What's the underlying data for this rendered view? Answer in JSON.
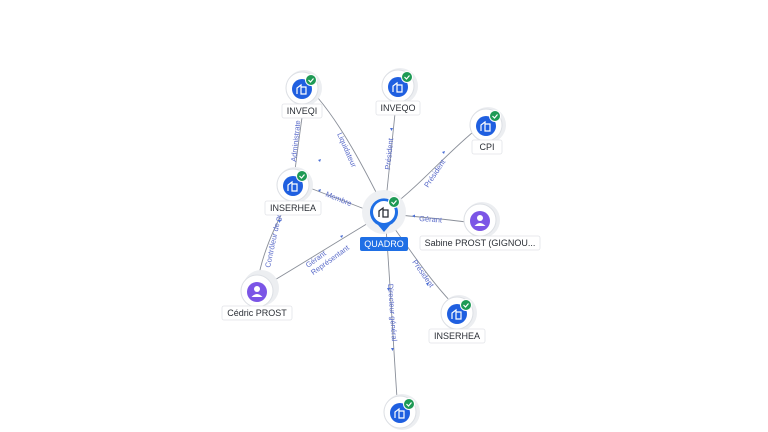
{
  "diagram": {
    "center": {
      "label": "QUADRO",
      "type": "company",
      "icon": "building-icon",
      "verified": true
    },
    "nodes": [
      {
        "id": "inveqi",
        "label": "INVEQI",
        "type": "company",
        "icon": "building-icon",
        "verified": true
      },
      {
        "id": "inveqo",
        "label": "INVEQO",
        "type": "company",
        "icon": "building-icon",
        "verified": true
      },
      {
        "id": "cpi",
        "label": "CPI",
        "type": "company",
        "icon": "building-icon",
        "verified": true
      },
      {
        "id": "inserhea1",
        "label": "INSERHEA",
        "type": "company",
        "icon": "building-icon",
        "verified": true
      },
      {
        "id": "sabine",
        "label": "Sabine PROST (GIGNOU...",
        "type": "person",
        "icon": "person-icon",
        "verified": false
      },
      {
        "id": "cedric",
        "label": "Cédric PROST",
        "type": "person",
        "icon": "person-icon",
        "verified": false
      },
      {
        "id": "inserhea2",
        "label": "INSERHEA",
        "type": "company",
        "icon": "building-icon",
        "verified": true
      },
      {
        "id": "bottom",
        "label": "",
        "type": "company",
        "icon": "building-icon",
        "verified": true
      }
    ],
    "edges": [
      {
        "from": "center",
        "to": "inveqi",
        "label": "Liquidateur"
      },
      {
        "from": "inveqi",
        "to": "inserhea1",
        "label": "Administrate"
      },
      {
        "from": "center",
        "to": "inveqo",
        "label": "Président"
      },
      {
        "from": "center",
        "to": "cpi",
        "label": "Président"
      },
      {
        "from": "center",
        "to": "inserhea1",
        "label": "Membre"
      },
      {
        "from": "sabine",
        "to": "center",
        "label": "Gérant"
      },
      {
        "from": "cedric",
        "to": "center",
        "label": "Gérant Représentant"
      },
      {
        "from": "cedric",
        "to": "inserhea1",
        "label": "Contrôleur de ges"
      },
      {
        "from": "center",
        "to": "inserhea2",
        "label": "Président"
      },
      {
        "from": "center",
        "to": "bottom",
        "label": "Directeur général"
      }
    ]
  },
  "colors": {
    "company": "#1f5fe0",
    "person": "#7b55e6",
    "verified": "#1e9a55",
    "edge": "#8a8f99",
    "edge_label": "#5a6bc9",
    "center": "#1f6fe5"
  }
}
